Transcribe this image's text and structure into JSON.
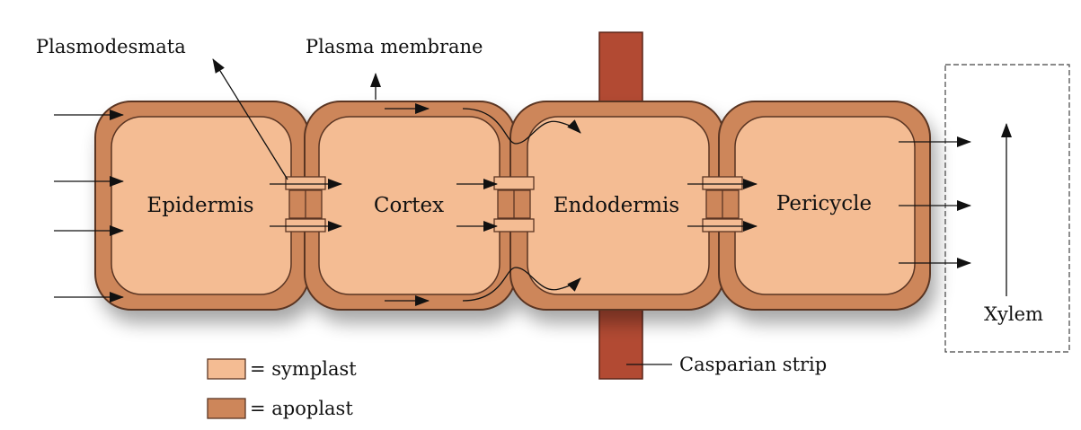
{
  "colors": {
    "symplast": "#f4bc93",
    "apoplast": "#cd865a",
    "casparian": "#b24a33",
    "outline": "#5a3523",
    "arrow": "#111111"
  },
  "cells": [
    {
      "id": "epidermis",
      "label": "Epidermis"
    },
    {
      "id": "cortex",
      "label": "Cortex"
    },
    {
      "id": "endodermis",
      "label": "Endodermis"
    },
    {
      "id": "pericycle",
      "label": "Pericycle"
    }
  ],
  "callouts": {
    "plasmodesmata": "Plasmodesmata",
    "plasma_membrane": "Plasma membrane",
    "casparian_strip": "Casparian strip",
    "xylem": "Xylem"
  },
  "legend": {
    "symplast": "= symplast",
    "apoplast": "= apoplast"
  }
}
